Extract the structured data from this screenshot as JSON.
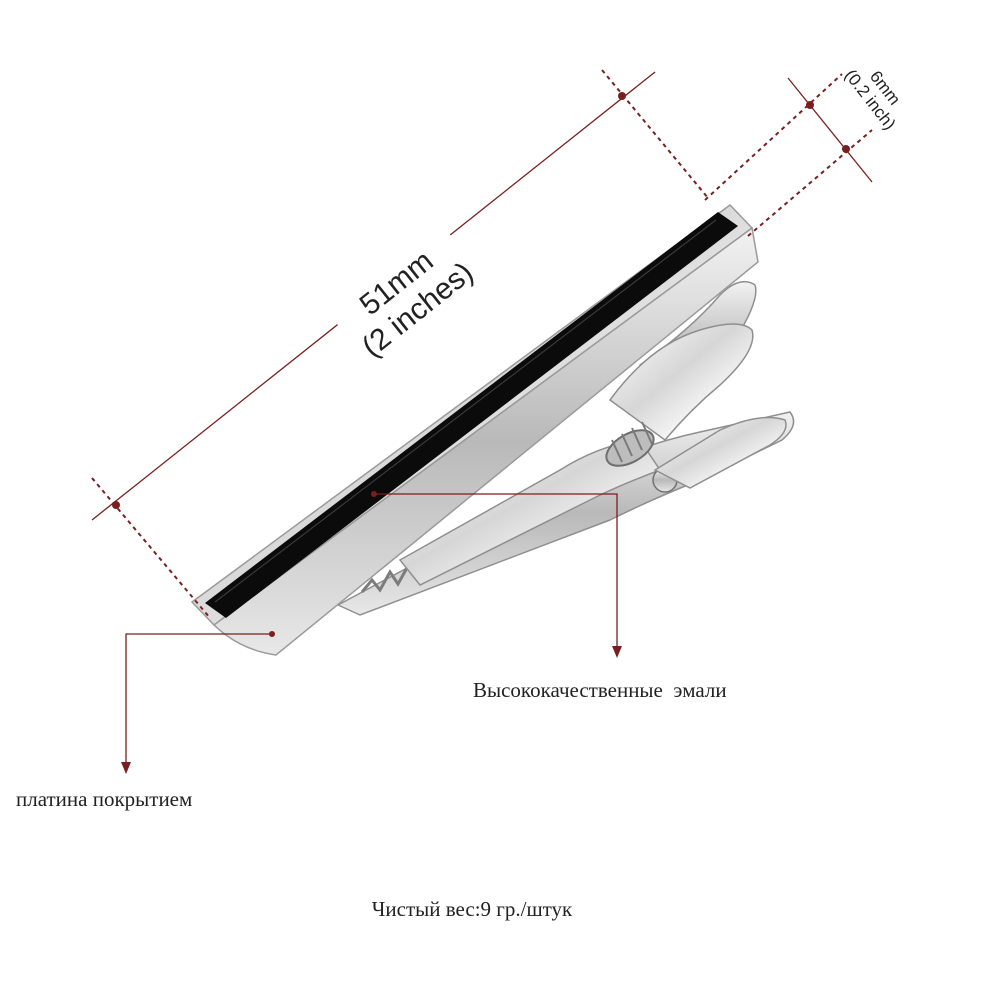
{
  "dimensions": {
    "length": {
      "metric": "51mm",
      "imperial": "(2 inches)"
    },
    "width": {
      "metric": "6mm",
      "imperial": "(0.2 inch)"
    }
  },
  "callouts": {
    "enamel": "Высококачественные  эмали",
    "plating": "платина покрытием"
  },
  "net_weight": "Чистый вес:9 гр./штук",
  "colors": {
    "annotation": "#7a1f1f",
    "enamel": "#0b0b0b",
    "metal_light": "#f4f4f4",
    "metal_dark": "#9a9a9a"
  }
}
